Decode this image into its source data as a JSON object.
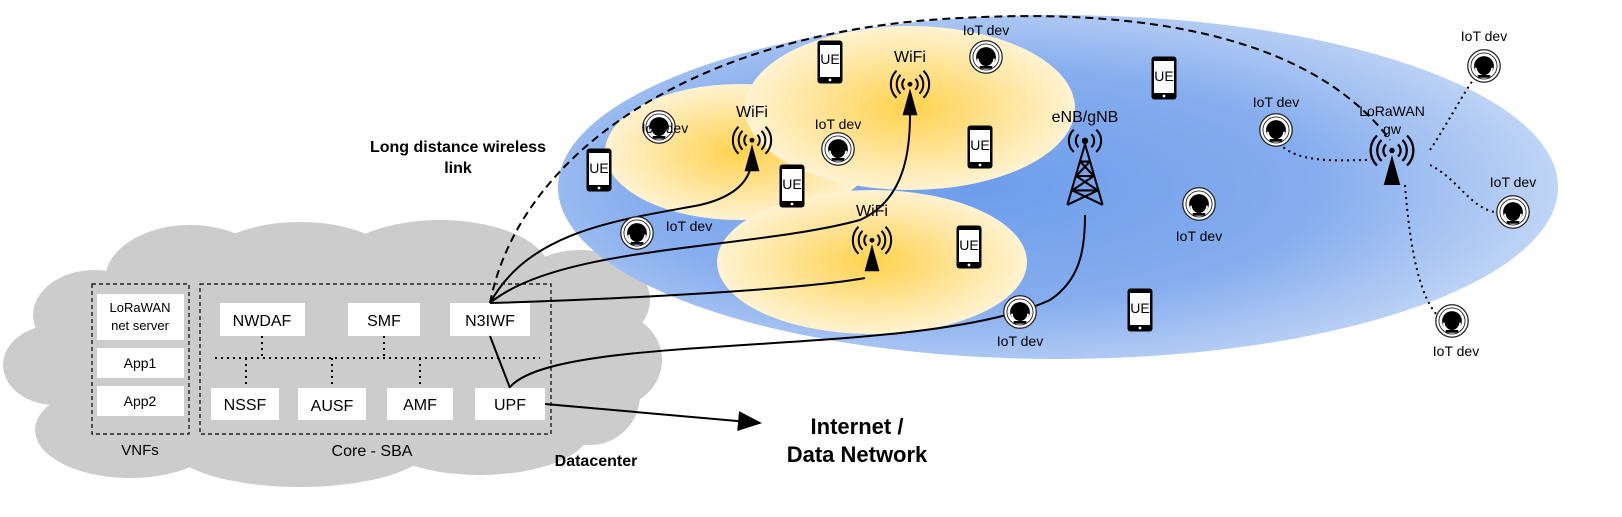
{
  "title": {
    "link_line1": "Long distance wireless",
    "link_line2": "link",
    "datacenter": "Datacenter",
    "internet_line1": "Internet /",
    "internet_line2": "Data Network"
  },
  "vnfs": {
    "label": "VNFs",
    "lorawan_line1": "LoRaWAN",
    "lorawan_line2": "net server",
    "app1": "App1",
    "app2": "App2"
  },
  "core": {
    "label": "Core - SBA",
    "nwdaf": "NWDAF",
    "smf": "SMF",
    "n3iwf": "N3IWF",
    "nssf": "NSSF",
    "ausf": "AUSF",
    "amf": "AMF",
    "upf": "UPF"
  },
  "radio": {
    "wifi": "WiFi",
    "enb_gnb": "eNB/gNB",
    "lorawan_gw_line1": "LoRaWAN",
    "lorawan_gw_line2": "gw",
    "ue": "UE",
    "iot_dev": "IoT dev"
  },
  "colors": {
    "cloud": "#cccccc",
    "macro_cell": "#6d9eeb",
    "wifi_cell": "#ffd966",
    "node_box": "#ffffff"
  },
  "icons": {
    "ue": "smartphone-icon",
    "iot": "iot-device-icon",
    "antenna": "antenna-icon",
    "tower": "cell-tower-icon"
  }
}
